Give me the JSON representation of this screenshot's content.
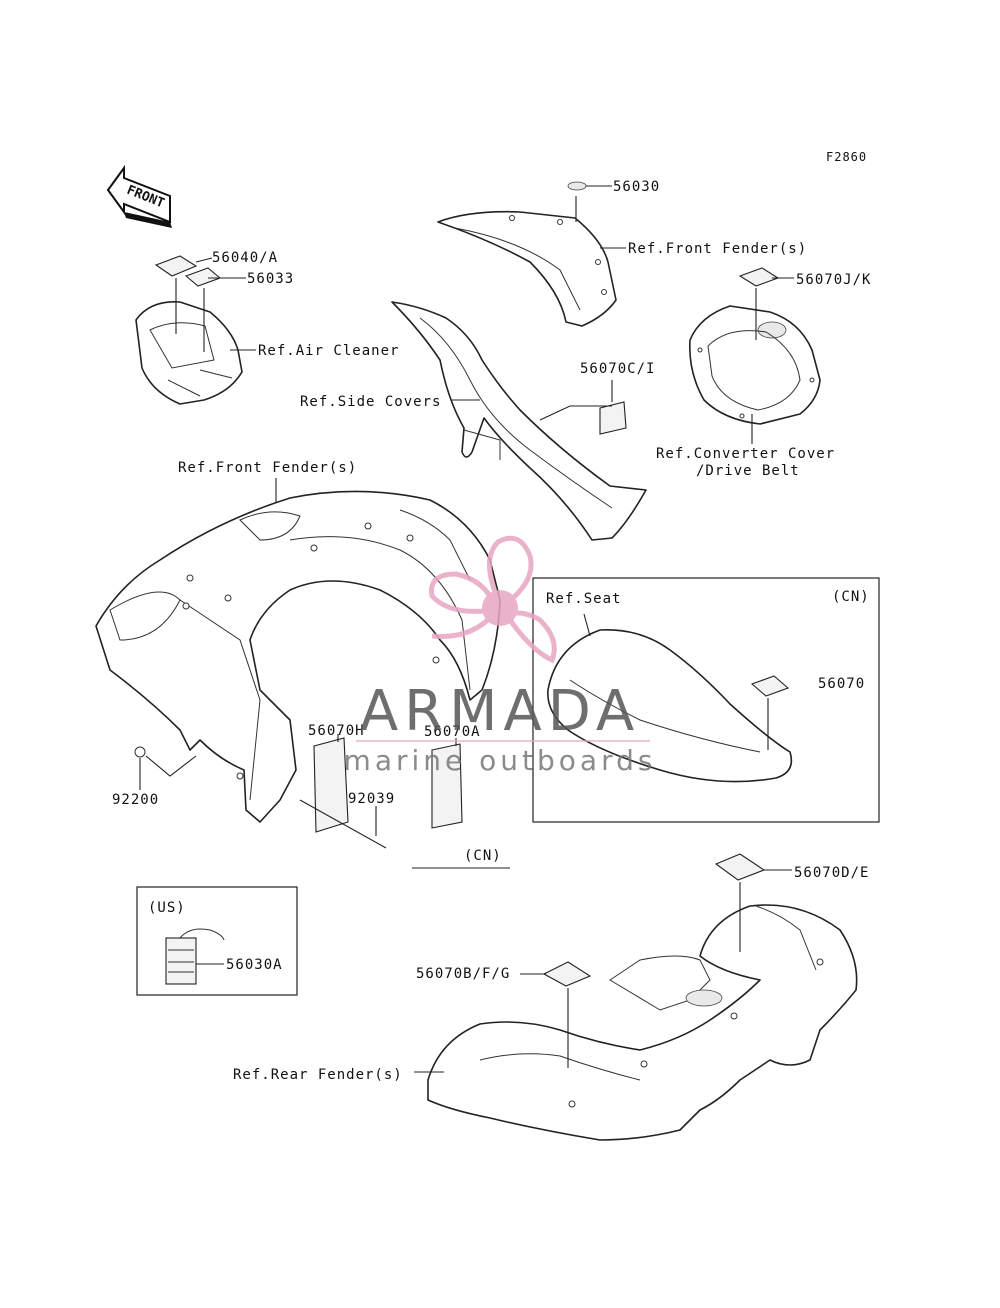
{
  "figure_code": "F2860",
  "front_arrow_label": "FRONT",
  "watermark": {
    "brand": "ARMADA",
    "tagline": "marine outboards",
    "brand_color": "#555555",
    "logo_color": "#e8a6c2"
  },
  "labels": {
    "p56030": "56030",
    "ref_front_fender_top": "Ref.Front Fender(s)",
    "p56070jk": "56070J/K",
    "p56040a": "56040/A",
    "p56033": "56033",
    "ref_air_cleaner": "Ref.Air Cleaner",
    "ref_side_covers": "Ref.Side Covers",
    "p56070ci": "56070C/I",
    "ref_converter_cover": "Ref.Converter Cover",
    "drive_belt": "/Drive Belt",
    "ref_front_fender_main": "Ref.Front Fender(s)",
    "ref_seat": "Ref.Seat",
    "cn_seat": "(CN)",
    "p56070": "56070",
    "p56070h": "56070H",
    "p56070a": "56070A",
    "p92039": "92039",
    "p92200": "92200",
    "cn_bottom": "(CN)",
    "us_box": "(US)",
    "p56030a": "56030A",
    "p56070de": "56070D/E",
    "p56070bfg": "56070B/F/G",
    "ref_rear_fender": "Ref.Rear Fender(s)"
  }
}
